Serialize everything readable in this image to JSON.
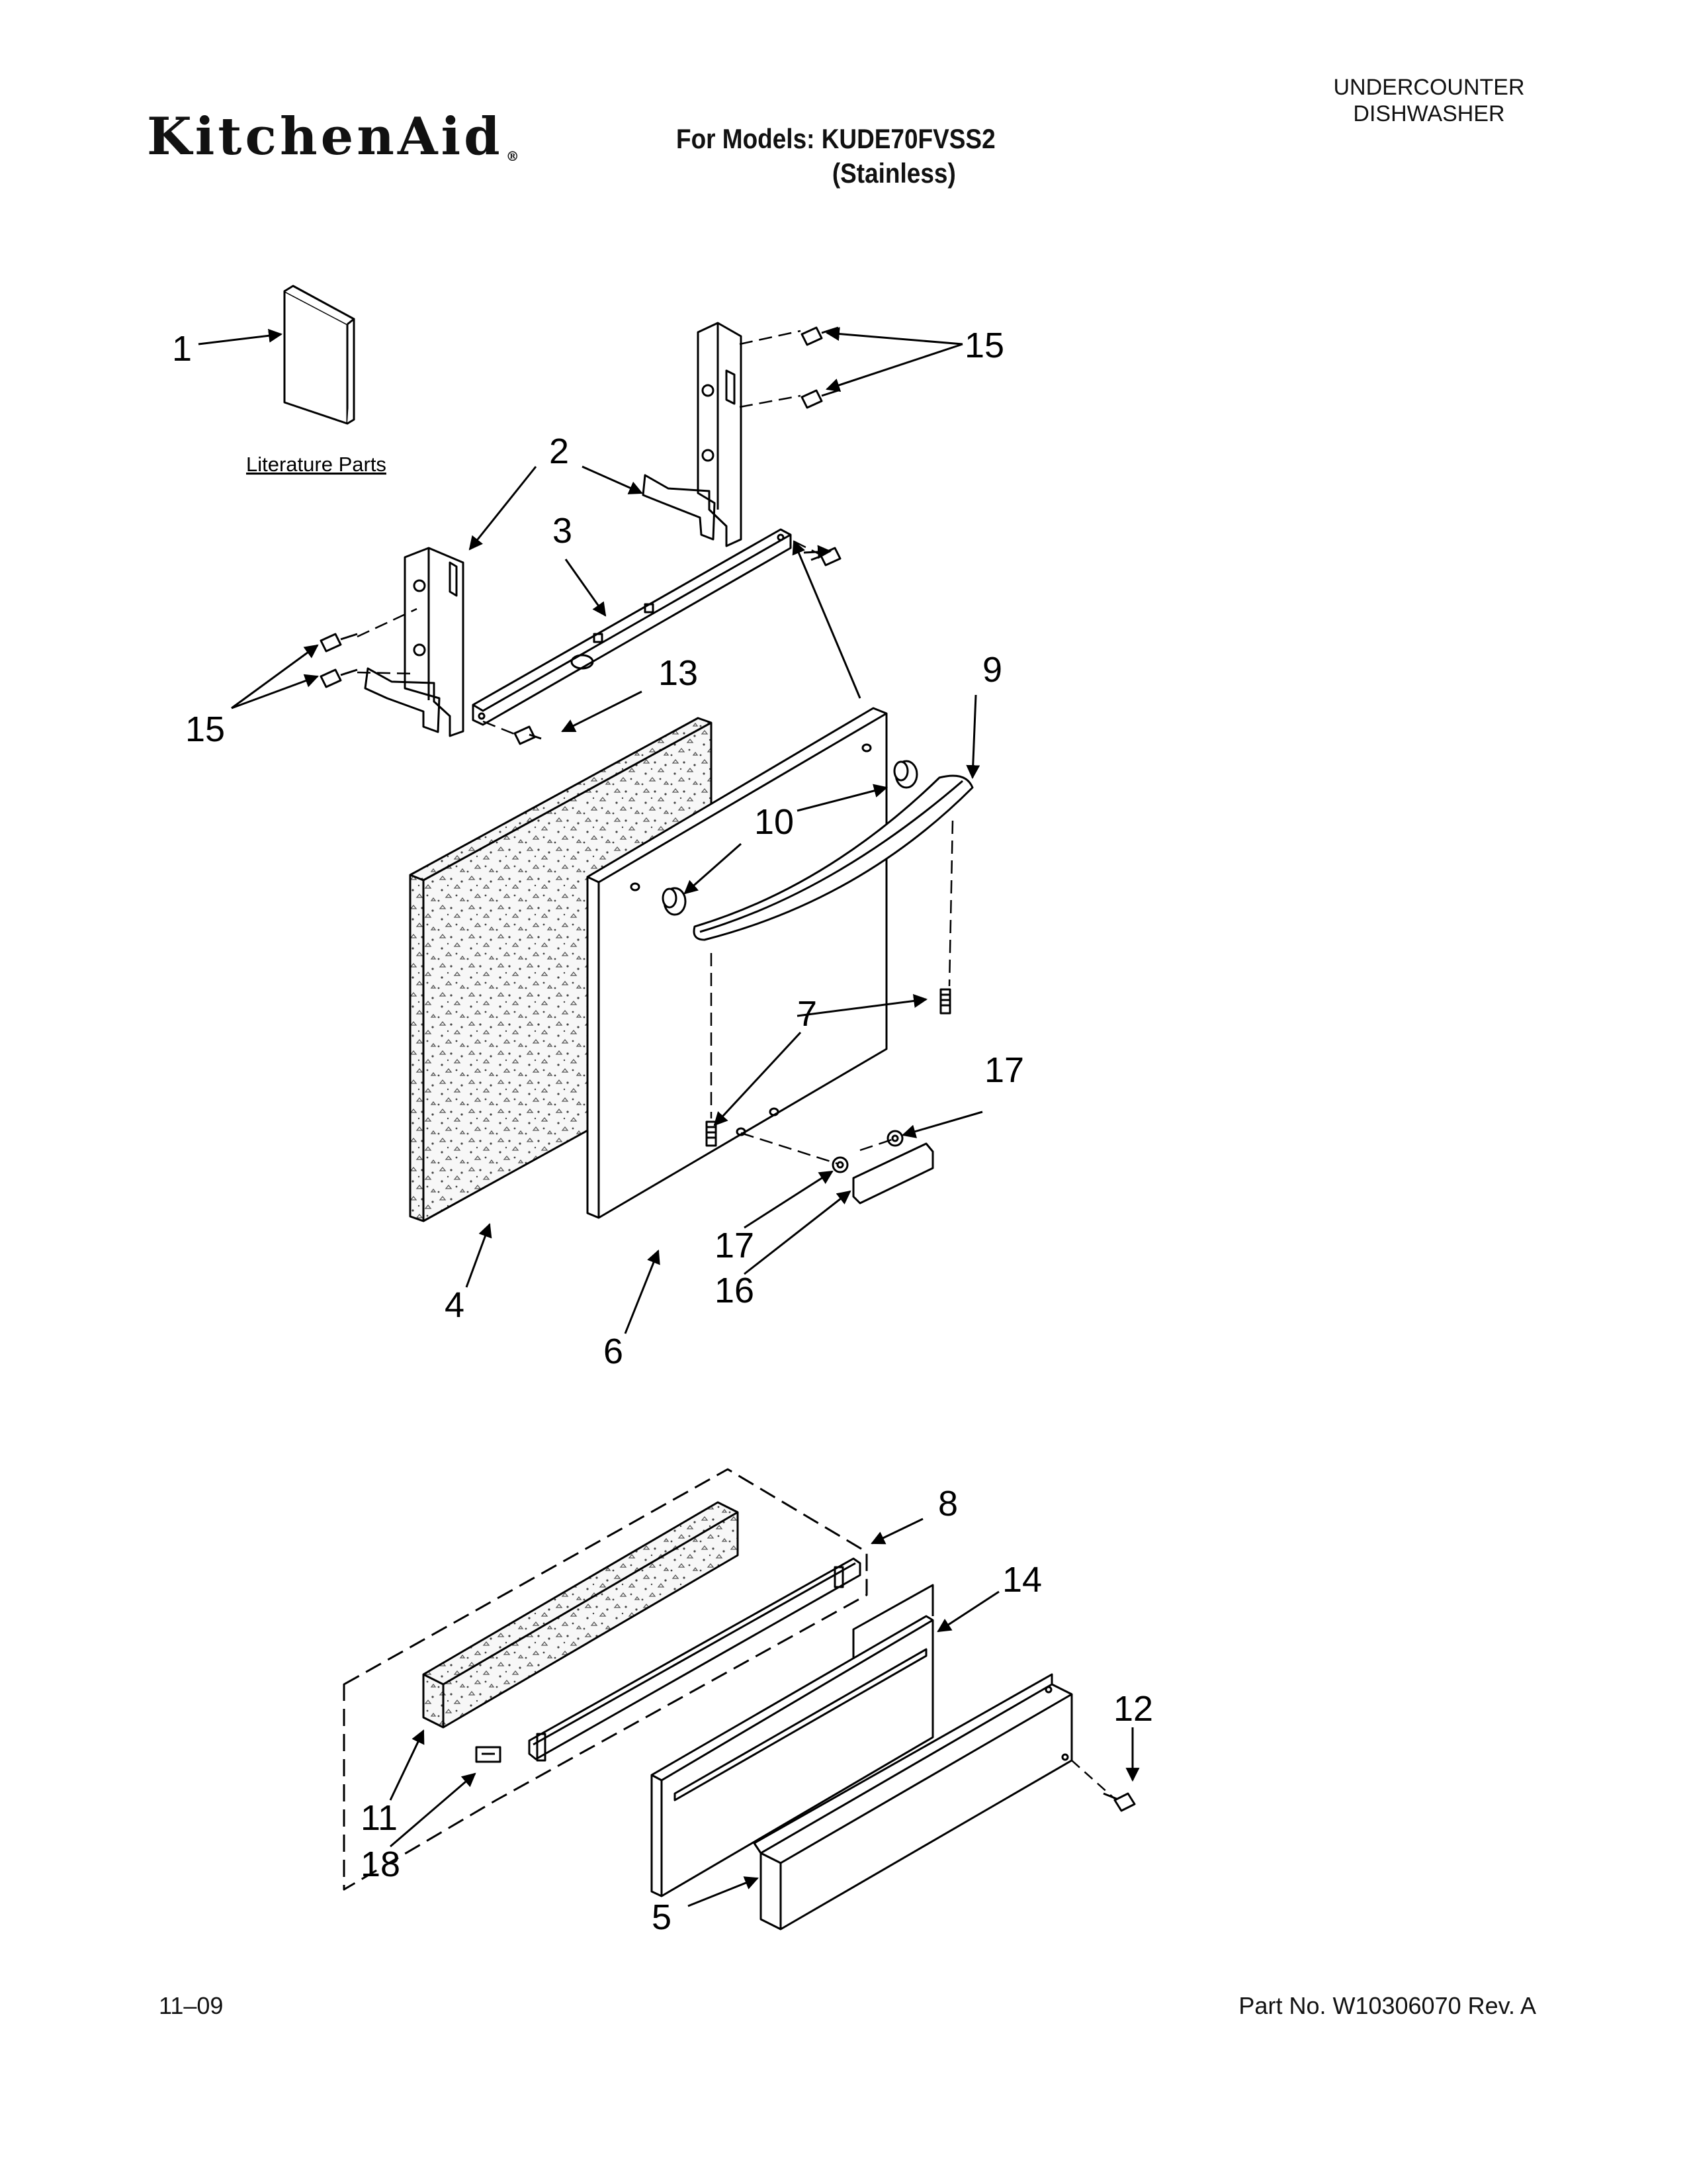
{
  "header": {
    "brand": "KitchenAid",
    "brand_mark": "®",
    "models_line1": "For Models: KUDE70FVSS2",
    "models_line2": "(Stainless)",
    "appliance_line1": "UNDERCOUNTER",
    "appliance_line2": "DISHWASHER"
  },
  "diagram": {
    "literature_label": "Literature Parts",
    "callouts": {
      "c1": "1",
      "c2": "2",
      "c3": "3",
      "c4": "4",
      "c5": "5",
      "c6": "6",
      "c7": "7",
      "c8": "8",
      "c9": "9",
      "c10": "10",
      "c11": "11",
      "c12": "12",
      "c13": "13",
      "c14": "14",
      "c15a": "15",
      "c15b": "15",
      "c16": "16",
      "c17a": "17",
      "c17b": "17",
      "c18": "18"
    }
  },
  "footer": {
    "date": "11–09",
    "part_no": "Part No. W10306070 Rev. A"
  }
}
